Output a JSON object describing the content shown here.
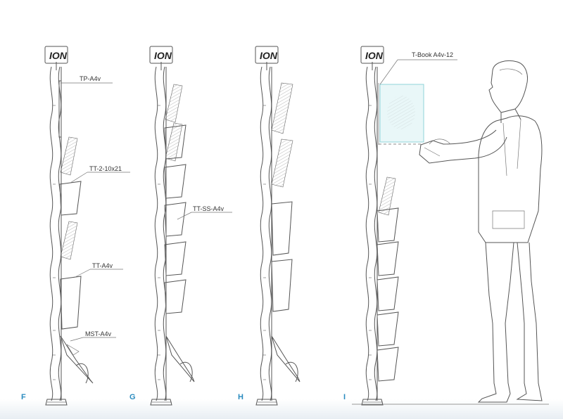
{
  "brand": {
    "logo_text": "ION"
  },
  "panels": [
    {
      "letter": "F",
      "labels": [
        "TP-A4v",
        "TT-2-10x21",
        "TT-A4v",
        "MST-A4v"
      ]
    },
    {
      "letter": "G",
      "labels": [
        "TT-SS-A4v"
      ]
    },
    {
      "letter": "H",
      "labels": []
    },
    {
      "letter": "I",
      "labels": [
        "T-Book A4v-12"
      ]
    }
  ],
  "colors": {
    "accent": "#2a8bbf",
    "line": "#555555",
    "highlight": "#8fd3d8"
  }
}
